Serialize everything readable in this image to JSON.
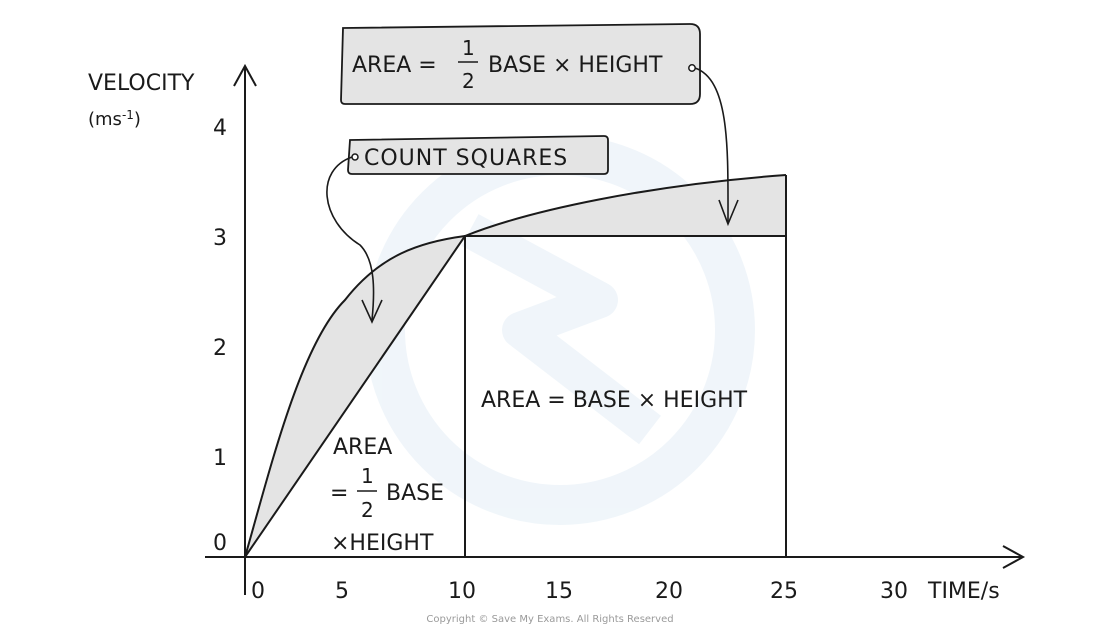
{
  "axes": {
    "y_label": "VELOCITY",
    "y_unit_base": "(ms",
    "y_unit_exp": "-1",
    "y_unit_close": ")",
    "x_label": "TIME/s",
    "y_ticks": [
      "0",
      "1",
      "2",
      "3",
      "4"
    ],
    "x_ticks": [
      "0",
      "5",
      "10",
      "15",
      "20",
      "25",
      "30"
    ]
  },
  "callouts": {
    "top_box": {
      "prefix": "AREA =",
      "num": "1",
      "den": "2",
      "suffix": "BASE × HEIGHT"
    },
    "count_box": "COUNT SQUARES"
  },
  "labels": {
    "rect_area": "AREA = BASE × HEIGHT",
    "tri_area_line1": "AREA",
    "tri_eq": "=",
    "tri_num": "1",
    "tri_den": "2",
    "tri_base": "BASE",
    "tri_height": "×HEIGHT"
  },
  "footer": {
    "copyright": "Copyright © Save My Exams. All Rights Reserved"
  },
  "colors": {
    "shade": "#e4e4e4",
    "ink": "#1a1a1a",
    "watermark": "#eaf2f8"
  },
  "chart_data": {
    "type": "line",
    "xlabel": "TIME/s",
    "ylabel": "VELOCITY (ms-1)",
    "x_ticks": [
      0,
      5,
      10,
      15,
      20,
      25,
      30
    ],
    "y_ticks": [
      0,
      1,
      2,
      3,
      4
    ],
    "series": [
      {
        "x": [
          0,
          10,
          25
        ],
        "y": [
          0,
          3,
          3
        ]
      },
      {
        "x": [
          0,
          2.5,
          5,
          7.5,
          10,
          15,
          20,
          25
        ],
        "y": [
          0,
          1.4,
          2.35,
          2.8,
          3.05,
          3.25,
          3.42,
          3.55
        ]
      }
    ]
  }
}
